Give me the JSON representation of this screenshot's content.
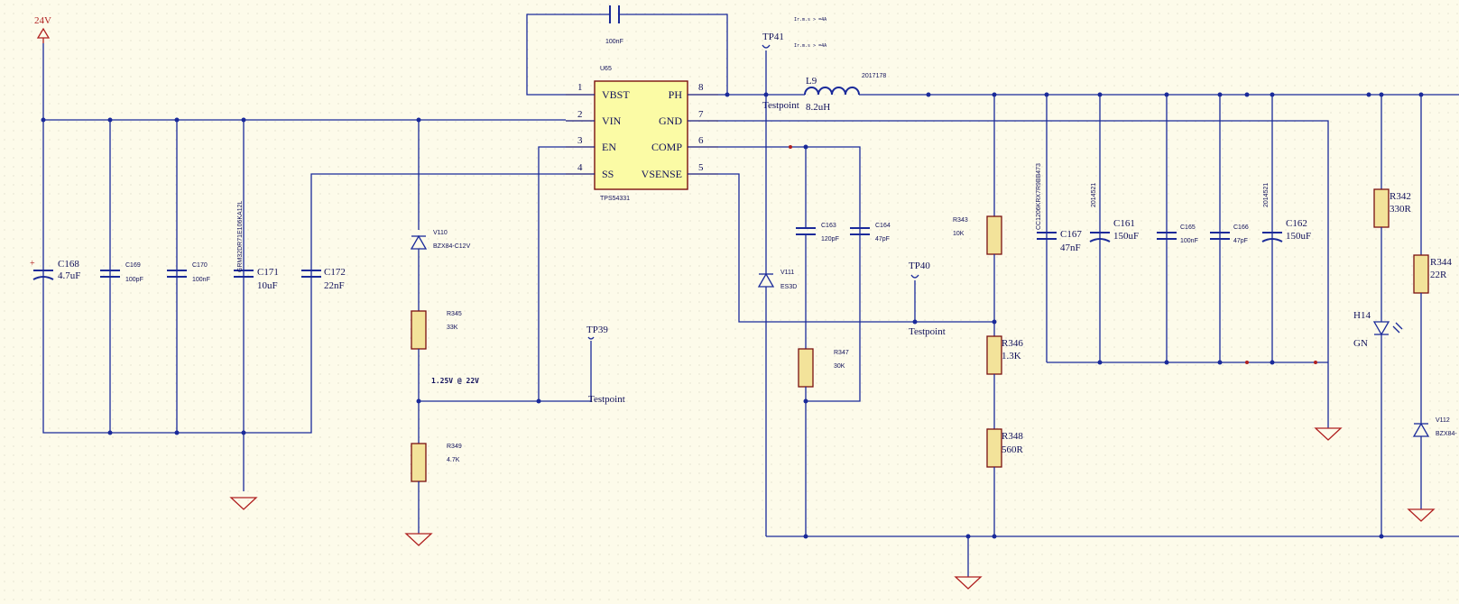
{
  "power": {
    "label": "24V"
  },
  "ic": {
    "ref": "U65",
    "part": "TPS54331",
    "pins": [
      {
        "num": "1",
        "name": "VBST"
      },
      {
        "num": "2",
        "name": "VIN"
      },
      {
        "num": "3",
        "name": "EN"
      },
      {
        "num": "4",
        "name": "SS"
      },
      {
        "num": "5",
        "name": "VSENSE"
      },
      {
        "num": "6",
        "name": "COMP"
      },
      {
        "num": "7",
        "name": "GND"
      },
      {
        "num": "8",
        "name": "PH"
      }
    ]
  },
  "bootstrap_cap": {
    "value": "100nF"
  },
  "notes": {
    "irms_1": "Ir.m.s > =4A",
    "irms_2": "Ir.m.s > =4A",
    "divider": "1.25V @ 22V"
  },
  "inductor": {
    "ref": "L9",
    "value": "8.2uH",
    "code": "2017178"
  },
  "testpoints": {
    "tp41": {
      "ref": "TP41",
      "label": "Testpoint"
    },
    "tp40": {
      "ref": "TP40",
      "label": "Testpoint"
    },
    "tp39": {
      "ref": "TP39",
      "label": "Testpoint"
    }
  },
  "capacitors": {
    "c168": {
      "ref": "C168",
      "value": "4.7uF"
    },
    "c169": {
      "ref": "C169",
      "value": "100pF"
    },
    "c170": {
      "ref": "C170",
      "value": "100nF"
    },
    "c171": {
      "ref": "C171",
      "value": "10uF",
      "part": "GRM32DR71E106KA12L"
    },
    "c172": {
      "ref": "C172",
      "value": "22nF"
    },
    "c163": {
      "ref": "C163",
      "value": "120pF"
    },
    "c164": {
      "ref": "C164",
      "value": "47pF"
    },
    "c167": {
      "ref": "C167",
      "value": "47nF",
      "part": "CC1206KRX7R9BB473"
    },
    "c161": {
      "ref": "C161",
      "value": "150uF",
      "code": "2014521"
    },
    "c165": {
      "ref": "C165",
      "value": "100nF"
    },
    "c166": {
      "ref": "C166",
      "value": "47pF"
    },
    "c162": {
      "ref": "C162",
      "value": "150uF",
      "code": "2014521"
    }
  },
  "resistors": {
    "r343": {
      "ref": "R343",
      "value": "10K"
    },
    "r345": {
      "ref": "R345",
      "value": "33K"
    },
    "r349": {
      "ref": "R349",
      "value": "4.7K"
    },
    "r347": {
      "ref": "R347",
      "value": "30K"
    },
    "r346": {
      "ref": "R346",
      "value": "1.3K"
    },
    "r348": {
      "ref": "R348",
      "value": "560R"
    },
    "r342": {
      "ref": "R342",
      "value": "330R"
    },
    "r344": {
      "ref": "R344",
      "value": "22R"
    }
  },
  "diodes": {
    "v110": {
      "ref": "V110",
      "part": "BZX84-C12V"
    },
    "v111": {
      "ref": "V111",
      "part": "ES3D"
    },
    "v112": {
      "ref": "V112",
      "part": "BZX84-"
    }
  },
  "led": {
    "ref": "H14",
    "color": "GN"
  },
  "colors": {
    "wire": "#1a2a9a",
    "power": "#b02020",
    "background": "#fdfbea",
    "ic_fill": "#fbfba5",
    "resistor_fill": "#f3e39a"
  }
}
